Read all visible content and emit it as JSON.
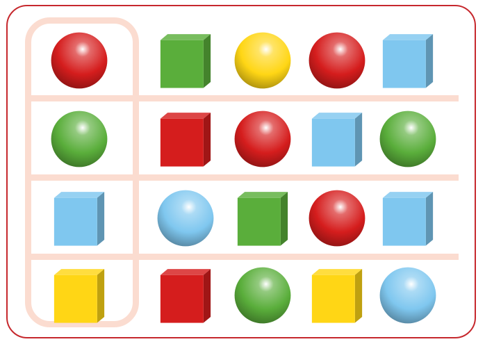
{
  "palette": {
    "red": "#d51d1d",
    "green": "#5aae3b",
    "yellow": "#ffd615",
    "blue": "#7fc7ef",
    "orange": "#ffb21a",
    "frame": "#c6282d",
    "highlight": "#fbdcd0"
  },
  "grid": {
    "rows": [
      [
        "red-sphere",
        "green-cube",
        "yellow-sphere",
        "red-sphere",
        "blue-cube"
      ],
      [
        "green-sphere",
        "red-cube",
        "red-sphere",
        "blue-cube",
        "green-sphere"
      ],
      [
        "blue-cube",
        "blue-sphere",
        "green-cube",
        "red-sphere",
        "blue-cube"
      ],
      [
        "yellow-cube",
        "red-cube",
        "green-sphere",
        "yellow-cube",
        "blue-sphere"
      ]
    ]
  }
}
